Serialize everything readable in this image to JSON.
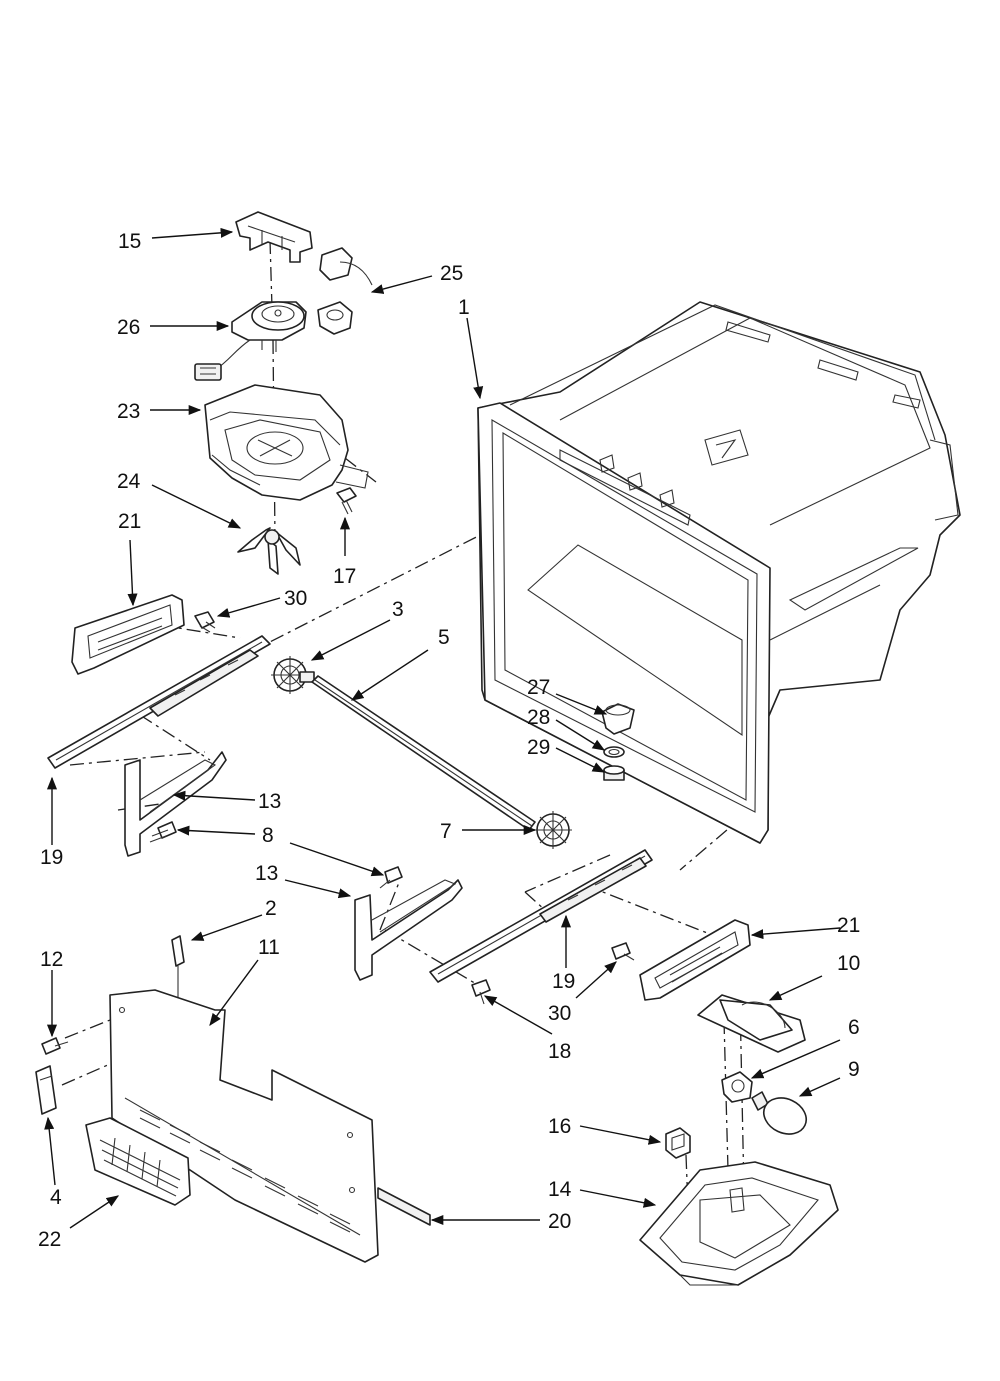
{
  "callouts": [
    {
      "id": "c15",
      "label": "15"
    },
    {
      "id": "c25",
      "label": "25"
    },
    {
      "id": "c1",
      "label": "1"
    },
    {
      "id": "c26",
      "label": "26"
    },
    {
      "id": "c23",
      "label": "23"
    },
    {
      "id": "c24",
      "label": "24"
    },
    {
      "id": "c17",
      "label": "17"
    },
    {
      "id": "c21a",
      "label": "21"
    },
    {
      "id": "c30a",
      "label": "30"
    },
    {
      "id": "c3",
      "label": "3"
    },
    {
      "id": "c5",
      "label": "5"
    },
    {
      "id": "c27",
      "label": "27"
    },
    {
      "id": "c28",
      "label": "28"
    },
    {
      "id": "c29",
      "label": "29"
    },
    {
      "id": "c13a",
      "label": "13"
    },
    {
      "id": "c8",
      "label": "8"
    },
    {
      "id": "c19a",
      "label": "19"
    },
    {
      "id": "c7",
      "label": "7"
    },
    {
      "id": "c13b",
      "label": "13"
    },
    {
      "id": "c2",
      "label": "2"
    },
    {
      "id": "c21b",
      "label": "21"
    },
    {
      "id": "c11",
      "label": "11"
    },
    {
      "id": "c12",
      "label": "12"
    },
    {
      "id": "c10",
      "label": "10"
    },
    {
      "id": "c19b",
      "label": "19"
    },
    {
      "id": "c30b",
      "label": "30"
    },
    {
      "id": "c6",
      "label": "6"
    },
    {
      "id": "c18",
      "label": "18"
    },
    {
      "id": "c9",
      "label": "9"
    },
    {
      "id": "c16",
      "label": "16"
    },
    {
      "id": "c4",
      "label": "4"
    },
    {
      "id": "c14",
      "label": "14"
    },
    {
      "id": "c20",
      "label": "20"
    },
    {
      "id": "c22",
      "label": "22"
    }
  ]
}
